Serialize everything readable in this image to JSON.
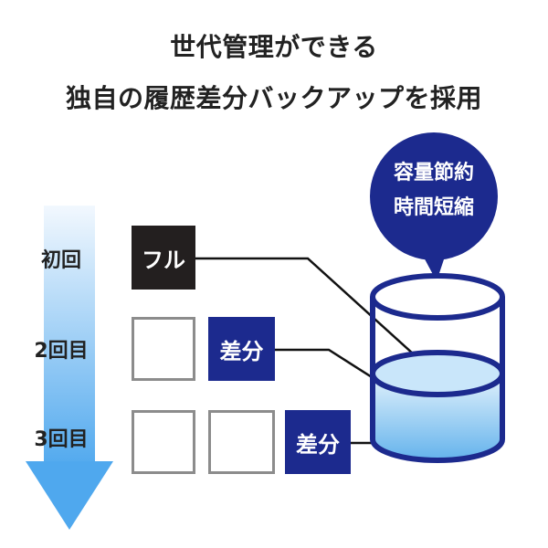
{
  "title": {
    "line1": "世代管理ができる",
    "line2": "独自の履歴差分バックアップを採用"
  },
  "rounds": [
    {
      "label": "初回"
    },
    {
      "label": "2回目"
    },
    {
      "label": "3回目"
    }
  ],
  "blocks": {
    "full_label": "フル",
    "diff_label": "差分"
  },
  "bubble": {
    "line1": "容量節約",
    "line2": "時間短縮"
  },
  "colors": {
    "navy": "#1c2a8e",
    "dark": "#231f1f",
    "water_light": "#d8ecfb",
    "water_dark": "#6fb8ee",
    "arrow_top": "#eef6fd",
    "arrow_bottom": "#5aaef0",
    "border_gray": "#8c8c8c"
  }
}
